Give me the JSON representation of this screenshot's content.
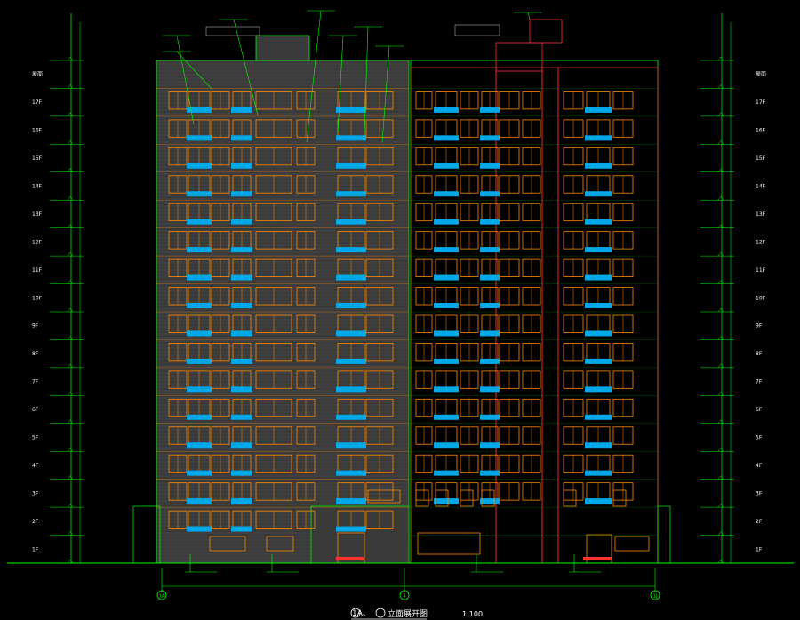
{
  "drawing": {
    "title": "立面展开图",
    "title_prefix": "1A、",
    "scale": "1:100",
    "axis_marks": [
      "1A",
      "4",
      "1J"
    ],
    "floor_labels_left": [
      "屋面",
      "17F",
      "16F",
      "15F",
      "14F",
      "13F",
      "12F",
      "11F",
      "10F",
      "9F",
      "8F",
      "7F",
      "6F",
      "5F",
      "4F",
      "3F",
      "2F",
      "1F"
    ],
    "floor_labels_right": [
      "屋面",
      "17F",
      "16F",
      "15F",
      "14F",
      "13F",
      "12F",
      "11F",
      "10F",
      "9F",
      "8F",
      "7F",
      "6F",
      "5F",
      "4F",
      "3F",
      "2F",
      "1F"
    ],
    "colors": {
      "background": "#000000",
      "dimension_lines": "#00ff00",
      "brick_facade": "#3a3a3a",
      "window_frames": "#ff8a00",
      "glass_panels": "#00a8e8",
      "outline_red": "#ff3030",
      "text": "#ffffff"
    }
  }
}
